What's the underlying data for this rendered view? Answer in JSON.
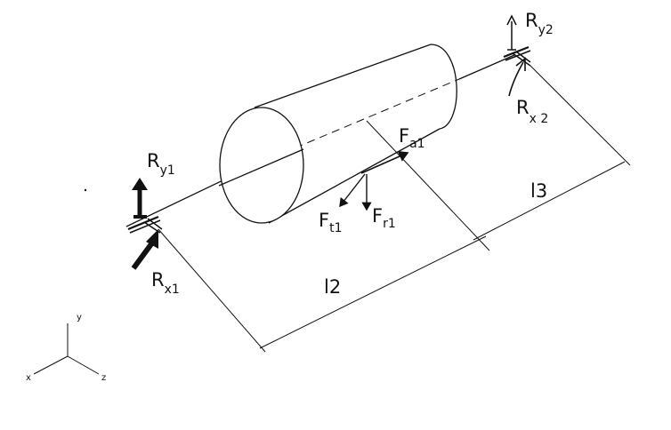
{
  "labels": {
    "ry1": {
      "main": "R",
      "sub": "y1"
    },
    "rx1": {
      "main": "R",
      "sub": "x1"
    },
    "ry2": {
      "main": "R",
      "sub": "y2"
    },
    "rx2": {
      "main": "R",
      "sub": "x 2"
    },
    "fa1": {
      "main": "F",
      "sub": "a1"
    },
    "ft1": {
      "main": "F",
      "sub": "t1"
    },
    "fr1": {
      "main": "F",
      "sub": "r1"
    },
    "l2": "l2",
    "l3": "l3"
  },
  "axes": {
    "x": "x",
    "y": "y",
    "z": "z"
  }
}
